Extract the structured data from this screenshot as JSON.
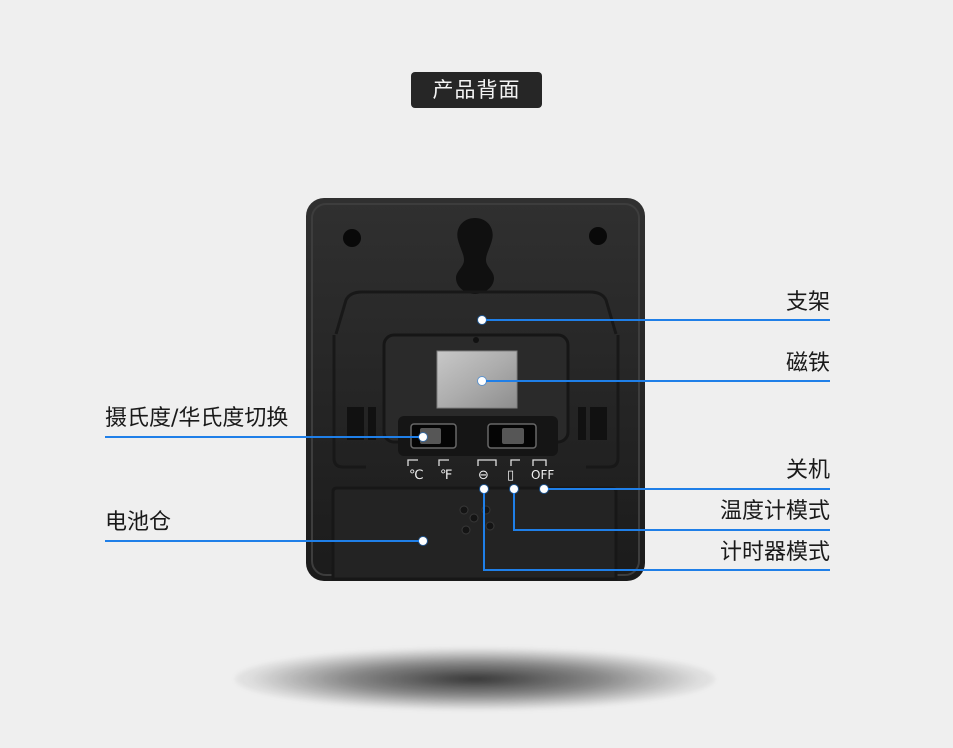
{
  "header": {
    "title": "产品背面"
  },
  "device": {
    "switch_labels": {
      "celsius": "℃",
      "fahrenheit": "℉",
      "timer": "⊖",
      "thermometer": "▯",
      "off": "OFF"
    }
  },
  "callouts": {
    "stand": "支架",
    "magnet": "磁铁",
    "unit_switch": "摄氏度/华氏度切换",
    "battery": "电池仓",
    "power_off": "关机",
    "thermometer_mode": "温度计模式",
    "timer_mode": "计时器模式"
  },
  "colors": {
    "callout_blue": "#1f7fe8",
    "device_body": "#2a2a2a",
    "background": "#efefef"
  }
}
